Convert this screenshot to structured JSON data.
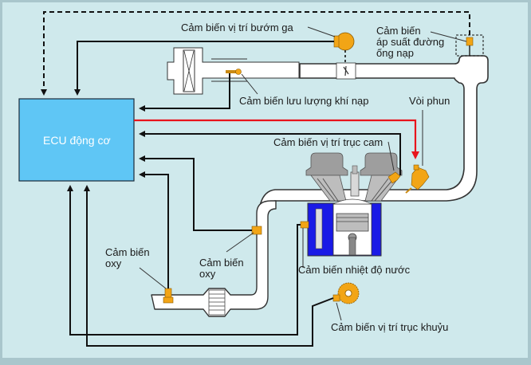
{
  "diagram": {
    "title": "Sơ đồ hệ thống điều khiển động cơ",
    "ecu_label": "ECU động cơ",
    "labels": {
      "throttle_position_sensor": "Cảm biến vị trí bướm ga",
      "manifold_pressure_sensor": [
        "Cảm biến",
        "áp suất đường",
        "ống nạp"
      ],
      "air_flow_sensor": "Cảm biến lưu lượng khí nạp",
      "injector": "Vòi phun",
      "camshaft_position_sensor": "Cảm biến vị trí trục cam",
      "oxygen_sensor_1": [
        "Cảm biến",
        "oxy"
      ],
      "oxygen_sensor_2": [
        "Cảm biến",
        "oxy"
      ],
      "coolant_temperature_sensor": "Cảm biến nhiệt độ nước",
      "crankshaft_position_sensor": "Cảm biến vị trí trục khuỷu"
    },
    "colors": {
      "background": "#cfe9ec",
      "border": "#a9c6cc",
      "ecu_fill": "#5fc6f5",
      "signal_wire": "#111111",
      "control_wire": "#e8141c",
      "sensor": "#f2a516",
      "coolant": "#1a1ae6",
      "pipe_fill": "#ffffff",
      "engine_gray": "#9e9e9e"
    }
  }
}
